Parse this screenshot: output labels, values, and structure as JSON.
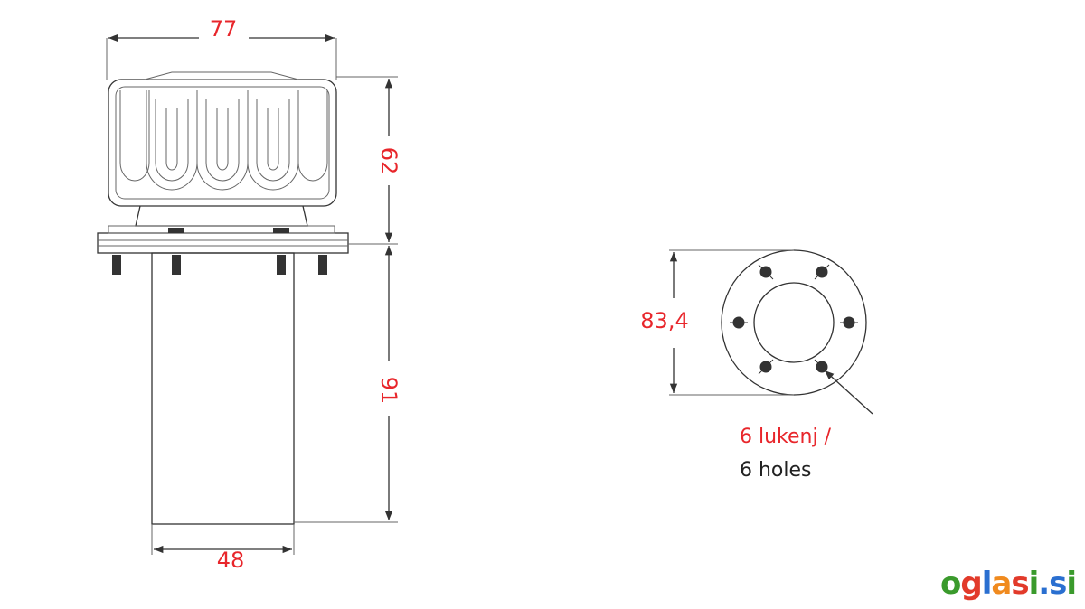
{
  "dimensions": {
    "cap_width": "77",
    "cap_height": "62",
    "tube_length": "91",
    "tube_width": "48",
    "bolt_circle_diameter": "83,4"
  },
  "note": {
    "line1": "6 lukenj /",
    "line2": "6 holes"
  },
  "watermark": {
    "text": "oglasi.si",
    "letters": [
      "o",
      "g",
      "l",
      "a",
      "s",
      "i",
      ".",
      "s",
      "i"
    ],
    "colors": [
      "#3a9a2c",
      "#e23a2a",
      "#2a6fd0",
      "#f08a1e",
      "#e23a2a",
      "#3a9a2c",
      "#2a6fd0",
      "#2a6fd0",
      "#3a9a2c"
    ]
  },
  "colors": {
    "dimension": "#e8262b",
    "line": "#333333"
  }
}
